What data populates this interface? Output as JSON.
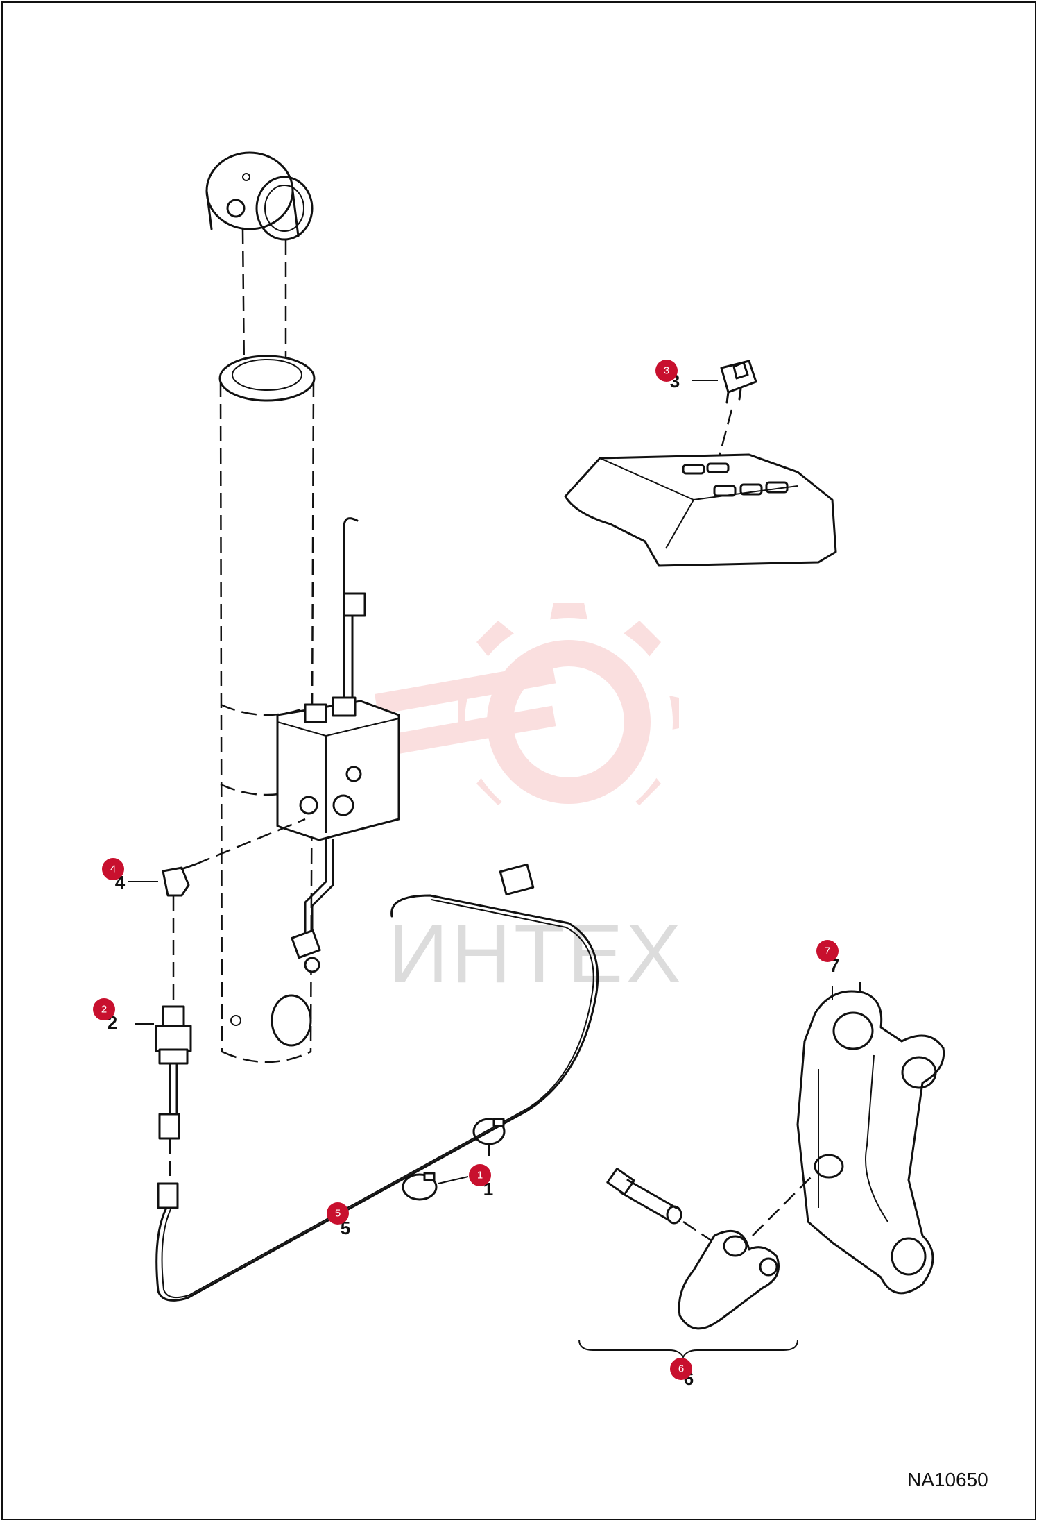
{
  "figure_code": "NA10650",
  "watermark": {
    "text": "ИНТЕХ",
    "color": "#f4b8b8"
  },
  "callouts": [
    {
      "id": "1",
      "number": "1",
      "part": "hose-clamp"
    },
    {
      "id": "2",
      "number": "2",
      "part": "pressure-switch"
    },
    {
      "id": "3",
      "number": "3",
      "part": "rocker-switch"
    },
    {
      "id": "4",
      "number": "4",
      "part": "elbow-fitting"
    },
    {
      "id": "5",
      "number": "5",
      "part": "wire-harness"
    },
    {
      "id": "6",
      "number": "6",
      "part": "pin-and-clevis-kit"
    },
    {
      "id": "7",
      "number": "7",
      "part": "lift-link"
    }
  ],
  "badge_color": "#c8102e"
}
